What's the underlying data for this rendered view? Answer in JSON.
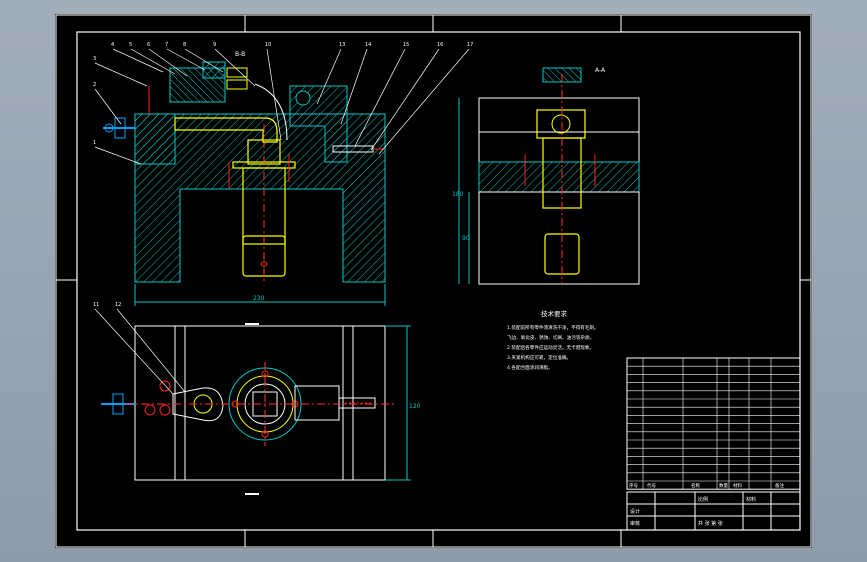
{
  "drawing": {
    "view_label_top": "B-B",
    "view_label_side": "A-A",
    "leader_numbers": [
      "1",
      "2",
      "3",
      "4",
      "5",
      "6",
      "7",
      "8",
      "9",
      "10",
      "11",
      "12",
      "13",
      "14",
      "15",
      "16",
      "17"
    ],
    "tech_title": "技术要求",
    "tech_lines": [
      "1.装配前所有零件须清洗干净，不得有毛刺。",
      "飞边、氧化皮、锈蚀、切屑、油污等杂质。",
      "2.装配后各零件应运动灵活，无卡阻现象。",
      "3.夹紧机构应可靠，定位准确。",
      "4.各配合面涂润滑脂。"
    ],
    "dim_bottom": "230",
    "dim_side_h1": "180",
    "dim_side_h2": "90",
    "dim_plan_w": "120"
  },
  "title_block": {
    "designer": "设计",
    "checker": "审核",
    "scale": "比例",
    "material": "材料",
    "sheet": "共 张 第 张",
    "header_row": [
      "序号",
      "代号",
      "名称",
      "数量",
      "材料",
      "备注"
    ]
  },
  "colors": {
    "sheet": "#000000",
    "frame": "#ffffff",
    "hatch": "#00c8c8",
    "part": "#ffff00",
    "leader": "#ffffff",
    "center": "#ff3030",
    "handle": "#00a0ff",
    "hole": "#ff2020"
  }
}
